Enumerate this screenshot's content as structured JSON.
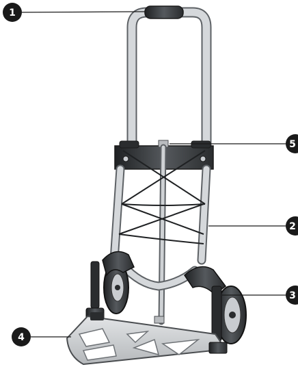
{
  "callouts": [
    {
      "id": "1",
      "label": "1"
    },
    {
      "id": "2",
      "label": "2"
    },
    {
      "id": "3",
      "label": "3"
    },
    {
      "id": "4",
      "label": "4"
    },
    {
      "id": "5",
      "label": "5"
    }
  ],
  "colors": {
    "frame": "#c9ccd0",
    "frame_edge": "#5d6165",
    "dark": "#2f3235",
    "callout": "#1a1a1a"
  }
}
